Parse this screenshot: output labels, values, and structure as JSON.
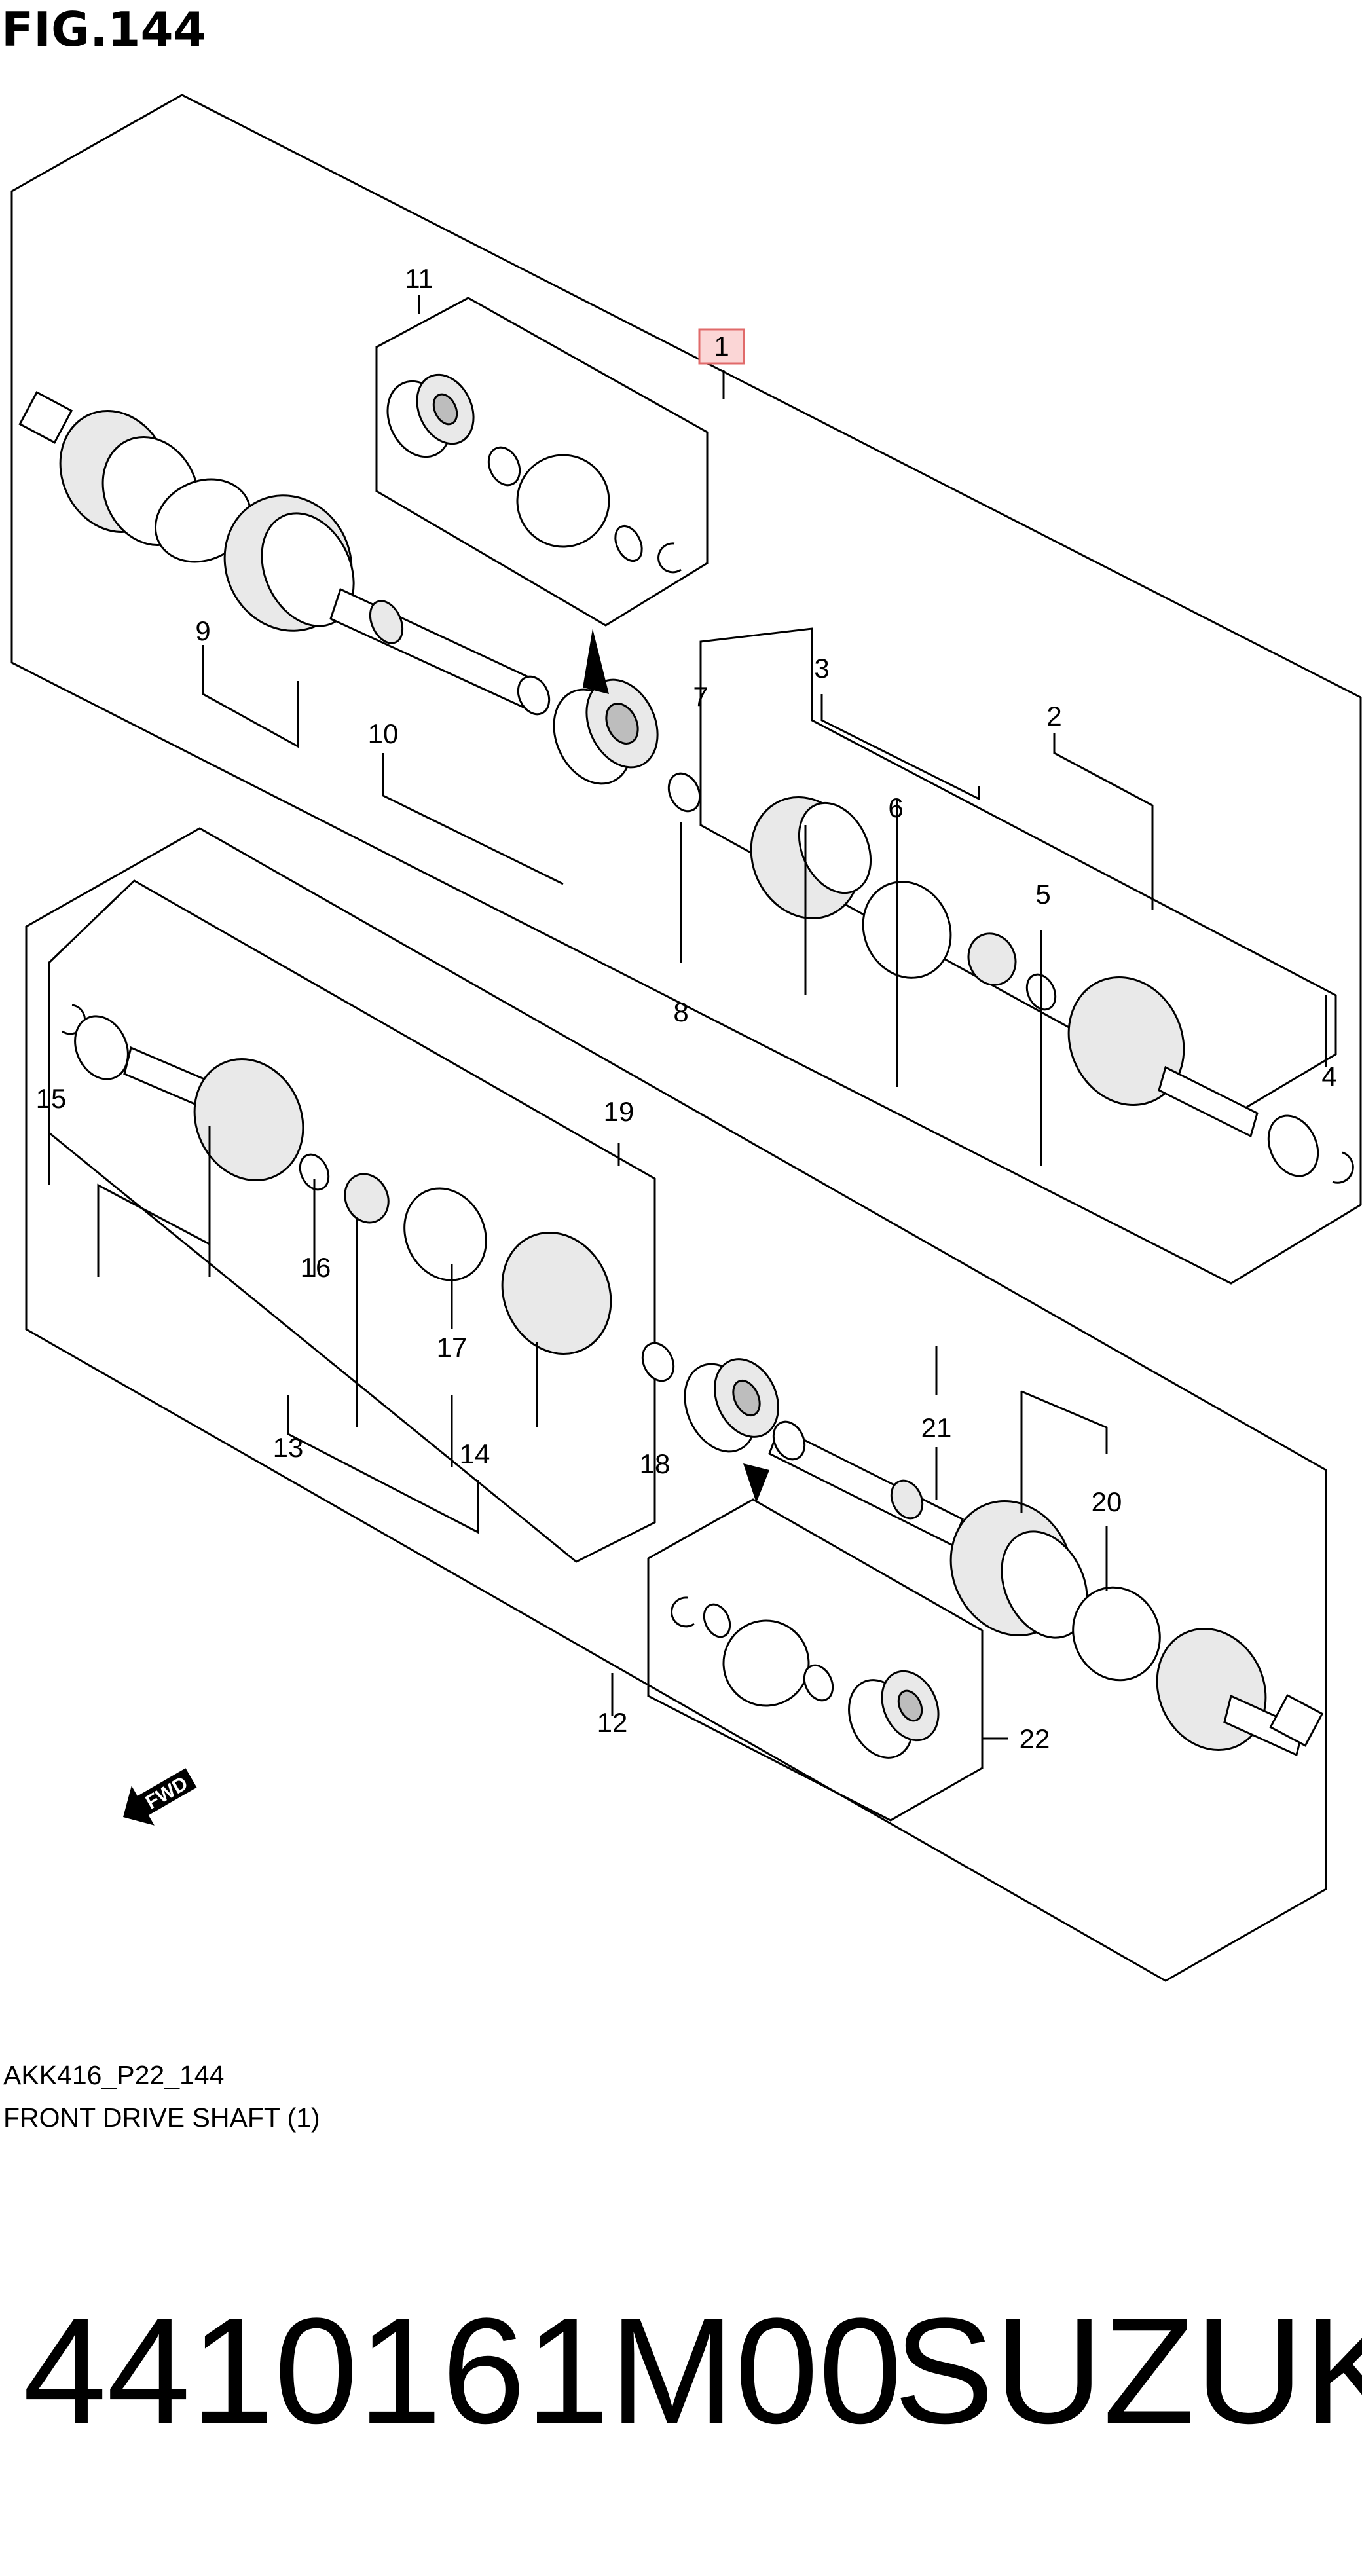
{
  "figure": {
    "title": "FIG.144",
    "diagram_code": "AKK416_P22_144",
    "diagram_name": "FRONT DRIVE SHAFT (1)"
  },
  "callouts": [
    {
      "id": "1",
      "highlighted": true,
      "highlight_color": "#fbd6d6",
      "highlight_border": "#e06a6a"
    },
    {
      "id": "2"
    },
    {
      "id": "3"
    },
    {
      "id": "4"
    },
    {
      "id": "5"
    },
    {
      "id": "6"
    },
    {
      "id": "7"
    },
    {
      "id": "8"
    },
    {
      "id": "9"
    },
    {
      "id": "10"
    },
    {
      "id": "11"
    },
    {
      "id": "12"
    },
    {
      "id": "13"
    },
    {
      "id": "14"
    },
    {
      "id": "15"
    },
    {
      "id": "16"
    },
    {
      "id": "17"
    },
    {
      "id": "18"
    },
    {
      "id": "19"
    },
    {
      "id": "20"
    },
    {
      "id": "21"
    },
    {
      "id": "22"
    }
  ],
  "direction_marker": {
    "label": "FWD",
    "icon": "forward-arrow-icon"
  },
  "product": {
    "part_number": "4410161M00",
    "brand": "SUZUKI"
  },
  "colors": {
    "line": "#000000",
    "background": "#ffffff",
    "highlight_fill": "#fbd6d6",
    "highlight_border": "#e06a6a"
  }
}
